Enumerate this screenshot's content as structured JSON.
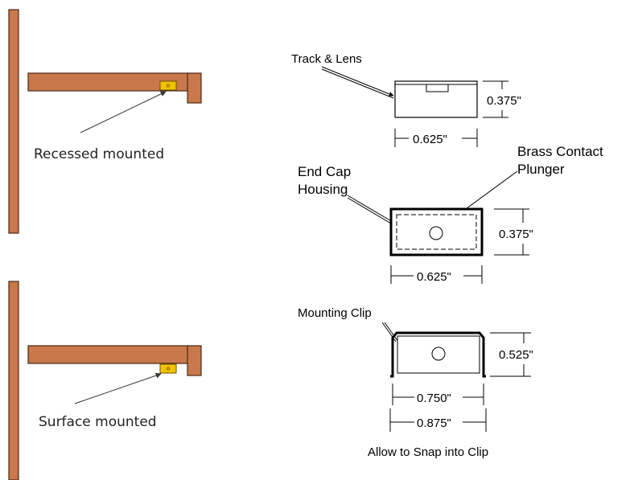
{
  "colors": {
    "wood": "#c8784a",
    "wood_edge": "#4a2a17",
    "light": "#f2c200",
    "light_edge": "#6a5200",
    "ink": "#000000",
    "arrow": "#333333"
  },
  "mounting": {
    "recessed_label": "Recessed mounted",
    "surface_label": "Surface mounted"
  },
  "track_lens": {
    "label": "Track & Lens",
    "height": "0.375\"",
    "width": "0.625\""
  },
  "end_cap": {
    "label_line1": "End Cap",
    "label_line2": "Housing",
    "contact_line1": "Brass Contact",
    "contact_line2": "Plunger",
    "height": "0.375\"",
    "width": "0.625\""
  },
  "mounting_clip": {
    "label": "Mounting Clip",
    "height": "0.525\"",
    "inner_width": "0.750\"",
    "outer_width": "0.875\"",
    "note": "Allow to Snap into Clip"
  }
}
